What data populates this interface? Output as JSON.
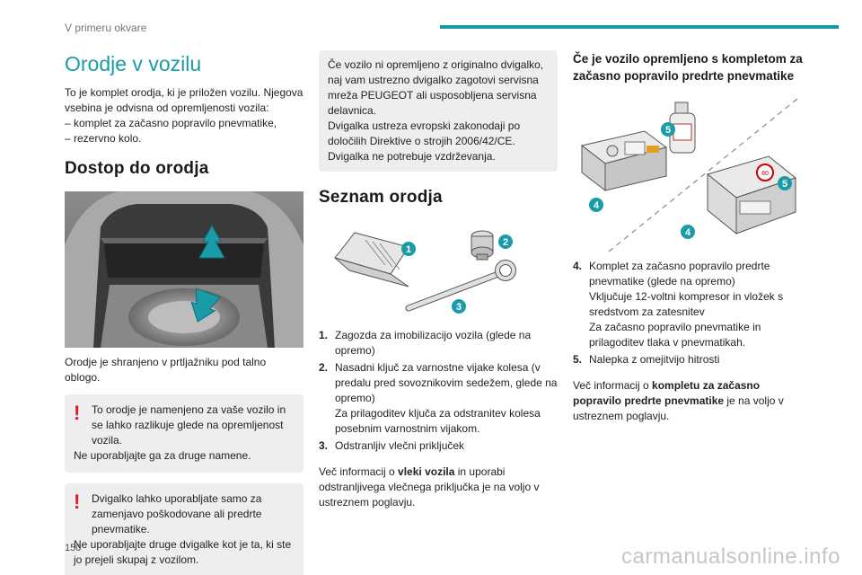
{
  "header": {
    "breadcrumb": "V primeru okvare"
  },
  "col1": {
    "title": "Orodje v vozilu",
    "intro": "To je komplet orodja, ki je priložen vozilu. Njegova vsebina je odvisna od opremljenosti vozila:",
    "list": [
      "– komplet za začasno popravilo pnevmatike,",
      "– rezervno kolo."
    ],
    "section_title": "Dostop do orodja",
    "image_caption": "Orodje je shranjeno v prtljažniku pod talno oblogo.",
    "warn1_first": "To orodje je namenjeno za vaše vozilo in se lahko razlikuje glede na opremljenost vozila.",
    "warn1_rest": "Ne uporabljajte ga za druge namene.",
    "warn2_first": "Dvigalko lahko uporabljate samo za zamenjavo poškodovane ali predrte pnevmatike.",
    "warn2_rest": "Ne uporabljajte druge dvigalke kot je ta, ki ste jo prejeli skupaj z vozilom."
  },
  "col2": {
    "box_line1": "Če vozilo ni opremljeno z originalno dvigalko, naj vam ustrezno dvigalko zagotovi servisna mreža PEUGEOT ali usposobljena servisna delavnica.",
    "box_line2": "Dvigalka ustreza evropski zakonodaji po določilih Direktive o strojih 2006/42/CE.",
    "box_line3": "Dvigalka ne potrebuje vzdrževanja.",
    "section_title": "Seznam orodja",
    "items": [
      {
        "num": "1.",
        "text": "Zagozda za imobilizacijo vozila (glede na opremo)"
      },
      {
        "num": "2.",
        "text": "Nasadni ključ za varnostne vijake kolesa (v predalu pred sovoznikovim sedežem, glede na opremo)",
        "extra": "Za prilagoditev ključa za odstranitev kolesa posebnim varnostnim vijakom."
      },
      {
        "num": "3.",
        "text": "Odstranljiv vlečni priključek"
      }
    ],
    "more_pre": "Več informacij o ",
    "more_bold": "vleki vozila",
    "more_post": " in uporabi odstranljivega vlečnega priključka je na voljo v ustreznem poglavju."
  },
  "col3": {
    "title": "Če je vozilo opremljeno s kompletom za začasno popravilo predrte pnevmatike",
    "items": [
      {
        "num": "4.",
        "text": "Komplet za začasno popravilo predrte pnevmatike (glede na opremo)",
        "extra1": "Vključuje 12-voltni kompresor in vložek s sredstvom za zatesnitev",
        "extra2": "Za začasno popravilo pnevmatike in prilagoditev tlaka v pnevmatikah."
      },
      {
        "num": "5.",
        "text": "Nalepka z omejitvijo hitrosti"
      }
    ],
    "more_pre": "Več informacij o ",
    "more_bold": "kompletu za začasno popravilo predrte pnevmatike",
    "more_post": " je na voljo v ustreznem poglavju."
  },
  "badges": [
    "1",
    "2",
    "3",
    "4",
    "5"
  ],
  "sticker_text": "80",
  "footer": {
    "page_number": "150",
    "watermark": "carmanualsonline.info"
  },
  "colors": {
    "accent": "#139aa6",
    "warning": "#e0162b",
    "note_bg": "#eeeeee"
  }
}
